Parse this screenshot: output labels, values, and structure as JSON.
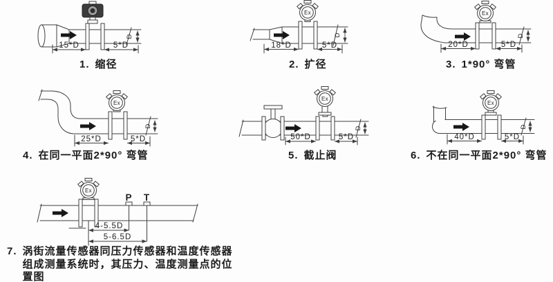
{
  "labels": {
    "ex": "Ex",
    "diameter": "D",
    "pressure": "P",
    "temperature": "T"
  },
  "diagrams": [
    {
      "num": "1.",
      "title": "缩径",
      "upstream": "15*D",
      "downstream": "5*D"
    },
    {
      "num": "2.",
      "title": "扩径",
      "upstream": "18*D",
      "downstream": "5*D"
    },
    {
      "num": "3.",
      "title": "1*90° 弯管",
      "upstream": "20*D",
      "downstream": "5*D"
    },
    {
      "num": "4.",
      "title": "在同一平面2*90° 弯管",
      "upstream": "25*D",
      "downstream": "5*D"
    },
    {
      "num": "5.",
      "title": "截止阀",
      "upstream": "50*D",
      "downstream": "5*D"
    },
    {
      "num": "6.",
      "title": "不在同一平面2*90° 弯管",
      "upstream": "40*D",
      "downstream": "5*D"
    },
    {
      "num": "7.",
      "title_lines": [
        "涡街流量传感器同压力传感器和温度传感器",
        "组成测量系统时，其压力、温度测量点的位",
        "置图"
      ],
      "pressure_distance": "4-5.5D",
      "temperature_distance": "5-6.5D"
    }
  ]
}
